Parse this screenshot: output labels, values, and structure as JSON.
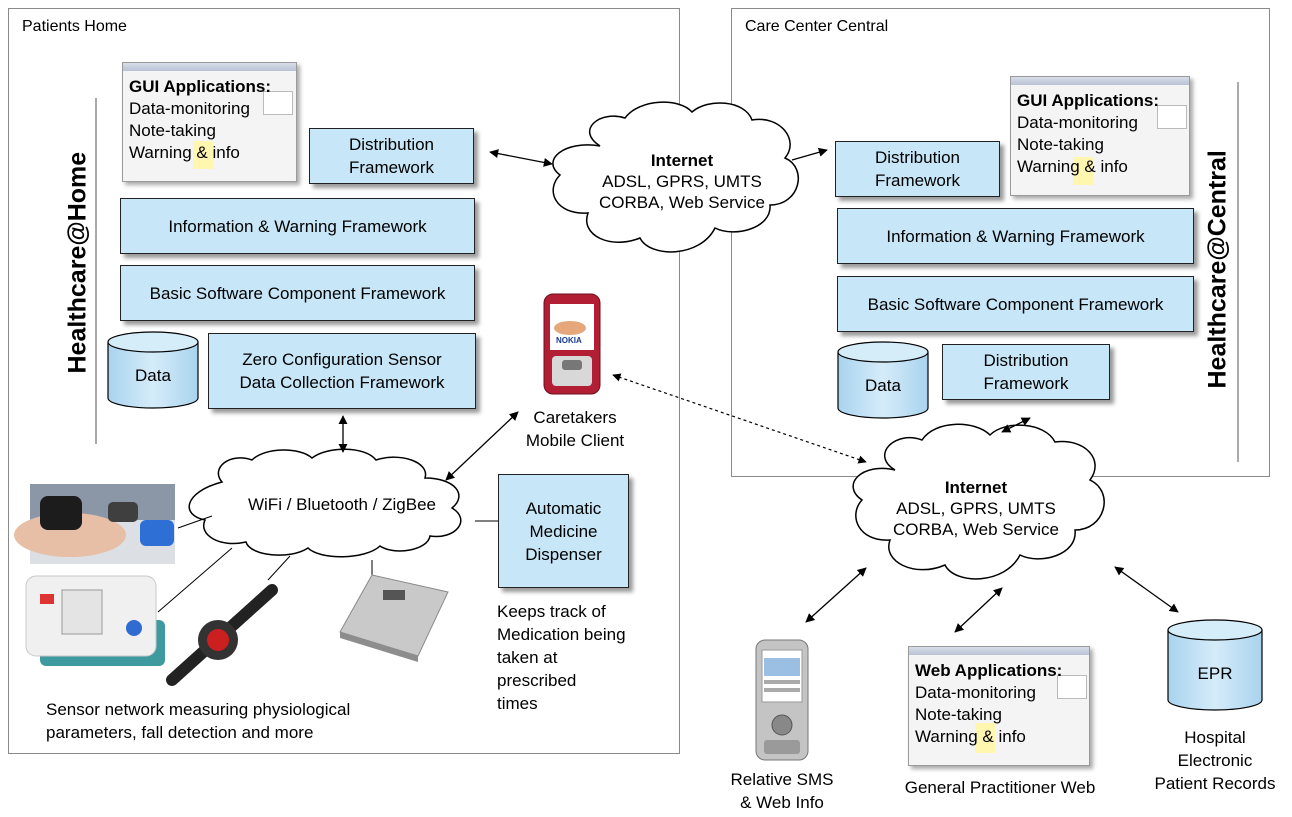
{
  "regions": {
    "home_title": "Patients Home",
    "central_title": "Care Center Central"
  },
  "home": {
    "vertical_label": "Healthcare@Home",
    "gui": {
      "heading": "GUI Applications:",
      "items": [
        "Data-monitoring",
        "Note-taking",
        "Warning & info"
      ]
    },
    "distribution": [
      "Distribution",
      "Framework"
    ],
    "info_warning": "Information & Warning Framework",
    "basic_software": "Basic Software Component Framework",
    "data": "Data",
    "zero_config": [
      "Zero Configuration Sensor",
      "Data Collection Framework"
    ]
  },
  "central": {
    "vertical_label": "Healthcare@Central",
    "gui": {
      "heading": "GUI Applications:",
      "items": [
        "Data-monitoring",
        "Note-taking",
        "Warning & info"
      ]
    },
    "distribution_top": [
      "Distribution",
      "Framework"
    ],
    "info_warning": "Information & Warning Framework",
    "basic_software": "Basic Software Component Framework",
    "data": "Data",
    "distribution_bottom": [
      "Distribution",
      "Framework"
    ]
  },
  "internet_top": {
    "title": "Internet",
    "lines": [
      "ADSL, GPRS, UMTS",
      "CORBA, Web Service"
    ]
  },
  "internet_bottom": {
    "title": "Internet",
    "lines": [
      "ADSL, GPRS, UMTS",
      "CORBA, Web Service"
    ]
  },
  "wireless": {
    "label": "WiFi / Bluetooth / ZigBee"
  },
  "mobile": {
    "brand": "NOKIA",
    "caption": [
      "Caretakers",
      "Mobile Client"
    ]
  },
  "dispenser": {
    "label": [
      "Automatic",
      "Medicine",
      "Dispenser"
    ],
    "caption": [
      "Keeps track of",
      "Medication being",
      "taken at",
      "prescribed",
      "times"
    ]
  },
  "sensors": {
    "caption": [
      "Sensor network measuring physiological",
      "parameters, fall detection and more"
    ]
  },
  "relative": {
    "caption": [
      "Relative SMS",
      "& Web Info"
    ]
  },
  "web_apps": {
    "heading": "Web Applications:",
    "items": [
      "Data-monitoring",
      "Note-taking",
      "Warning & info"
    ],
    "caption": "General Practitioner Web"
  },
  "epr": {
    "label": "EPR",
    "caption": [
      "Hospital",
      "Electronic",
      "Patient Records"
    ]
  },
  "colors": {
    "framework_fill": "#c7e6f7",
    "border": "#222222"
  }
}
